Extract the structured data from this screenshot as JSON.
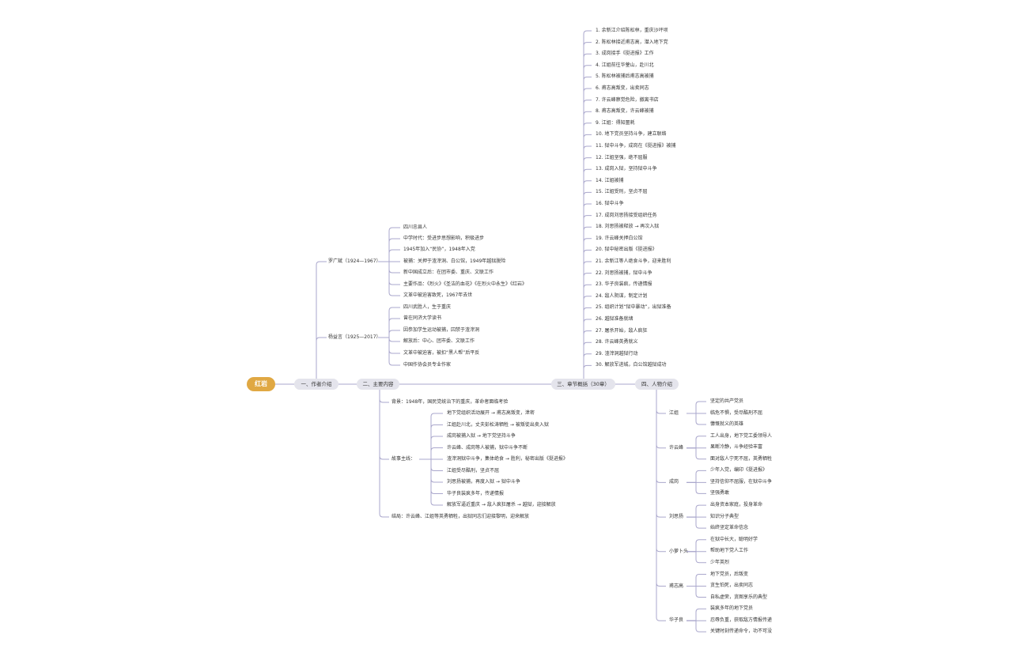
{
  "root": {
    "title": "红岩"
  },
  "colors": {
    "root": "#e0a843",
    "line": "#aaa7cc",
    "node_bg": "#e4e4ec"
  },
  "branches": {
    "authors": {
      "title": "一、作者介绍",
      "people": [
        {
          "name": "罗广斌（1924—1967）",
          "items": [
            "四川忠县人",
            "中学时代：受进步思想影响，积极进步",
            "1945年加入“民协”，1948年入党",
            "被捕：关押于渣滓洞、白公馆，1949年越狱脱险",
            "新中国成立后：在团市委、重庆、文联工作",
            "主要作品：《烈火》《圣洁的血花》《在烈火中永生》《红岩》",
            "文革中被迫害致死，1967年去世"
          ]
        },
        {
          "name": "杨益言（1925—2017）",
          "items": [
            "四川武胜人，生于重庆",
            "曾在同济大学读书",
            "因参加学生运动被捕，囚禁于渣滓洞",
            "解放后：中心、团市委、文联工作",
            "文革中被迫害，被扣“黑人帮”后平反",
            "中国作协会员专业作家"
          ]
        }
      ]
    },
    "content": {
      "title": "二、主要内容",
      "background": "背景：1948年，国民党统治下的重庆，革命者面临考验",
      "plot_label": "故事主线：",
      "plot": [
        "地下党组织活动展开 → 甫志高叛变，泄密",
        "江姐赴川北，丈夫彭松涛牺牲 → 被叛徒出卖入狱",
        "成岗被捕入狱 → 地下党坚持斗争",
        "许云峰、成岗等人被捕，狱中斗争不断",
        "渣滓洞狱中斗争，集体绝食 → 胜利，秘密出版《挺进报》",
        "江姐受尽酷刑，坚贞不屈",
        "刘思扬被捕，再度入狱 → 狱中斗争",
        "华子良装疯多年，传递情报",
        "解放军逼近重庆 → 敌人疯狂屠杀 → 越狱，迎接解放"
      ],
      "ending": "结局：许云峰、江姐等英勇牺牲，出狱同志们迎接黎明，迎来解放"
    },
    "chapters": {
      "title": "三、章节概括（30章）",
      "items": [
        "1. 余新江介绍陈松林，重庆沙坪坝",
        "2. 陈松林接近甫志高，潜入地下党",
        "3. 成岗接手《挺进报》工作",
        "4. 江姐前往华蓥山，赴川北",
        "5. 陈松林被捕后甫志高被捕",
        "6. 甫志高叛变，出卖同志",
        "7. 许云峰察觉危险，撤离书店",
        "8. 甫志高叛变，许云峰被捕",
        "9. 江姐：得知噩耗",
        "10. 地下党员坚持斗争，建立联络",
        "11. 狱中斗争，成岗在《挺进报》被捕",
        "12. 江姐坚强，绝不屈服",
        "13. 成岗入狱，坚持狱中斗争",
        "14. 江姐被捕",
        "15. 江姐受刑，坚贞不屈",
        "16. 狱中斗争",
        "17. 成岗刘思扬接受组织任务",
        "18. 刘思扬被释放 → 再次入狱",
        "19. 许云峰关押白公馆",
        "20. 狱中秘密出版《挺进报》",
        "21. 余新江等人绝食斗争，迎来胜利",
        "22. 刘思扬被捕，狱中斗争",
        "23. 华子良装疯，传递情报",
        "24. 敌人阴谋，制定计划",
        "25. 组织计划“狱中暴动”，出狱准备",
        "26. 越狱准备就绪",
        "27. 屠杀开始，敌人疯狂",
        "28. 许云峰英勇就义",
        "29. 渣滓洞越狱行动",
        "30. 解放军进城，白公馆越狱成功"
      ]
    },
    "characters": {
      "title": "四、人物介绍",
      "people": [
        {
          "name": "江姐",
          "items": [
            "坚定的共产党员",
            "临危不惧，受尽酷刑不屈",
            "慷慨就义的英雄"
          ]
        },
        {
          "name": "许云峰",
          "items": [
            "工人出身，地下党工委领导人",
            "果断冷静，斗争经验丰富",
            "面对敌人宁死不屈，英勇牺牲"
          ]
        },
        {
          "name": "成岗",
          "items": [
            "少年入党，编印《挺进报》",
            "坚持信仰不屈服，在狱中斗争",
            "坚强勇敢"
          ]
        },
        {
          "name": "刘思扬",
          "items": [
            "出身资本家庭，投身革命",
            "知识分子典型",
            "始终坚定革命信念"
          ]
        },
        {
          "name": "小萝卜头",
          "items": [
            "在狱中长大，聪明好学",
            "帮助地下党人工作",
            "少年英烈"
          ]
        },
        {
          "name": "甫志高",
          "items": [
            "地下党员，后叛变",
            "贪生怕死，出卖同志",
            "自私虚荣，贪图享乐的典型"
          ]
        },
        {
          "name": "华子良",
          "items": [
            "装疯多年的地下党员",
            "忍辱负重，获取敌方情报传递",
            "关键时刻传递命令，功不可没"
          ]
        }
      ]
    }
  }
}
